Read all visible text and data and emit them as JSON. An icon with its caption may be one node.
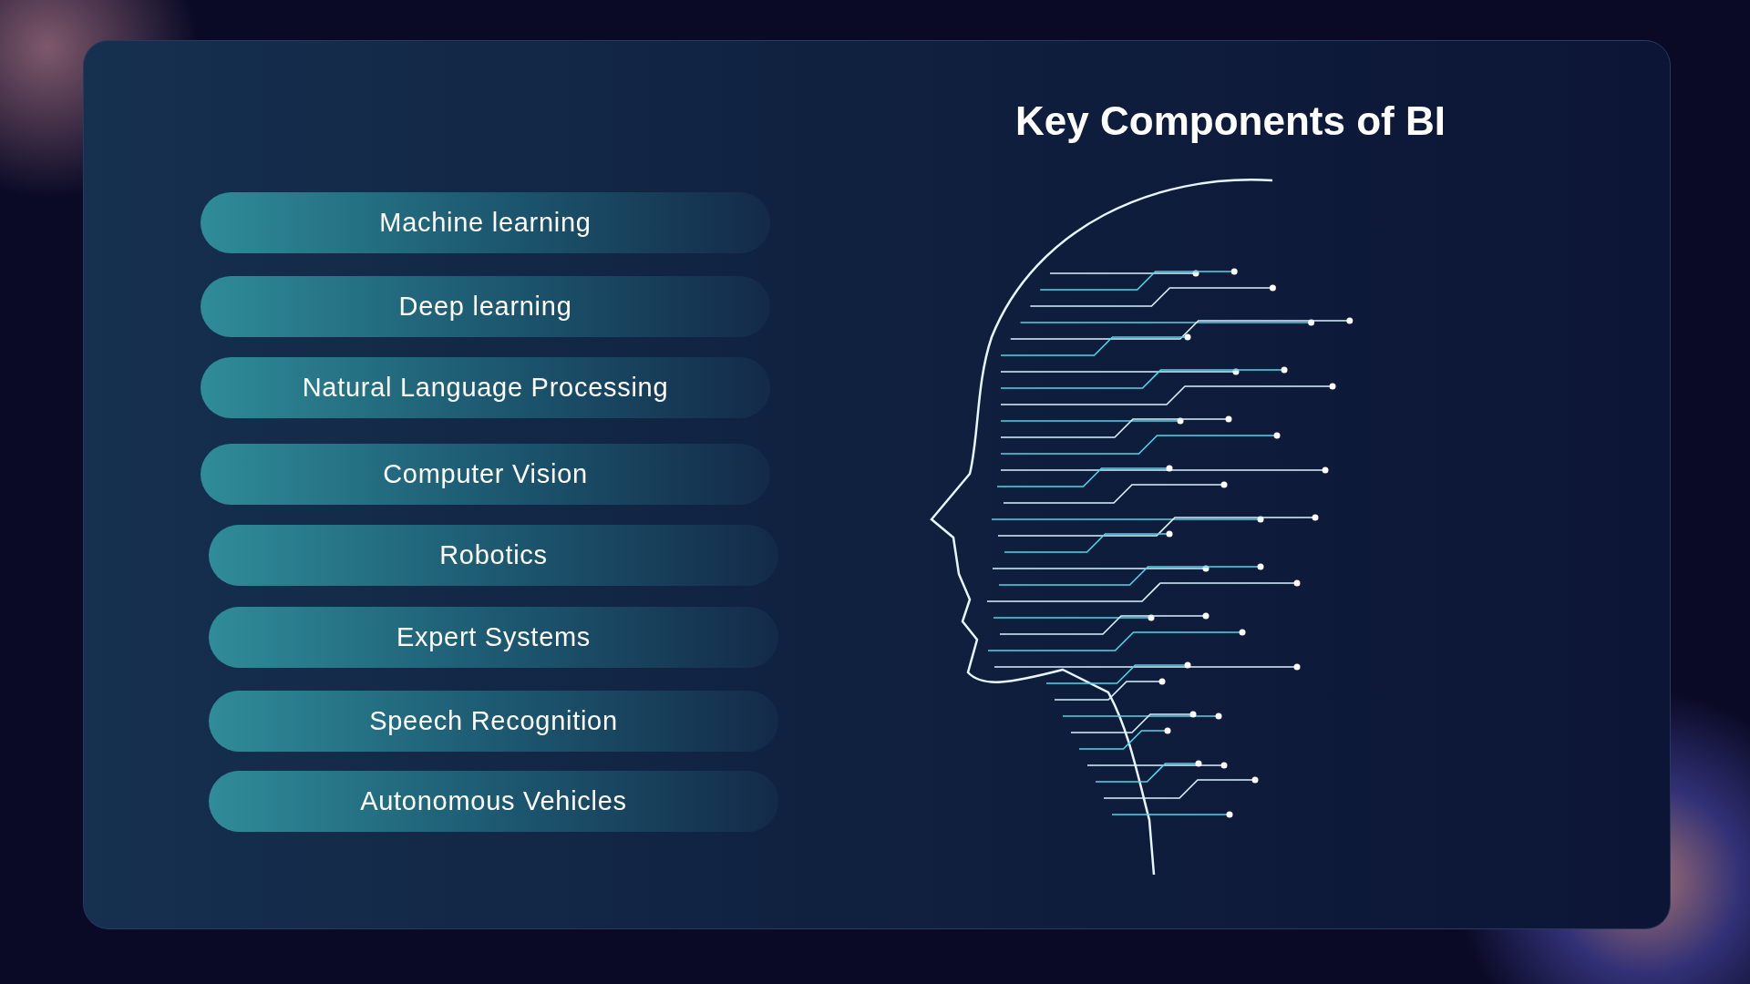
{
  "diagram": {
    "title": "Key Components of BI",
    "nodes": [
      {
        "text": [
          "Machine learning"
        ]
      },
      {
        "text": [
          "Deep learning"
        ]
      },
      {
        "text": [
          "Natural Language Processing"
        ]
      },
      {
        "text": [
          "Computer Vision"
        ]
      },
      {
        "text": [
          "Robotics"
        ]
      },
      {
        "text": [
          "Expert Systems"
        ]
      },
      {
        "text": [
          "Speech Recognition"
        ]
      },
      {
        "text": [
          "Autonomous Vehicles"
        ]
      }
    ]
  }
}
